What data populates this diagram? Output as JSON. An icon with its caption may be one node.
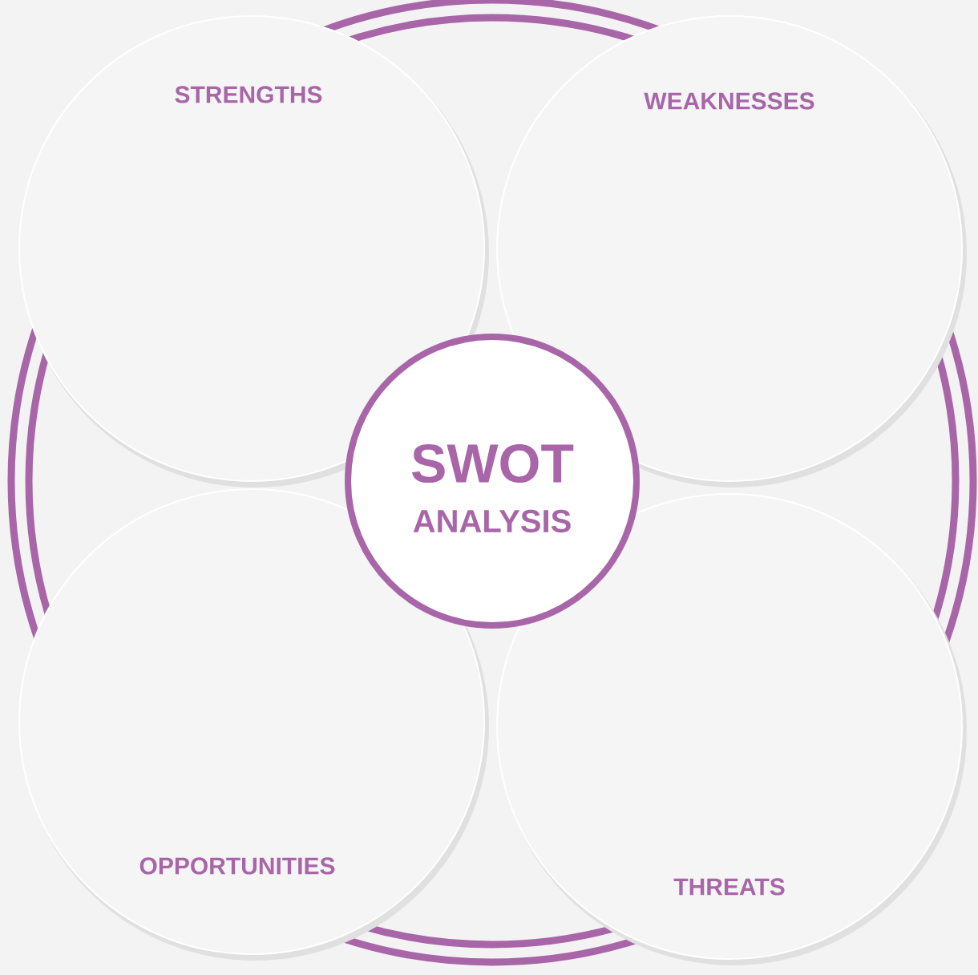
{
  "diagram": {
    "nodes": [
      {
        "text": [
          "STRENGTHS"
        ]
      },
      {
        "text": [
          "WEAKNESSES"
        ]
      },
      {
        "text": [
          "SWOT",
          "ANALYSIS"
        ]
      },
      {
        "text": [
          "OPPORTUNITIES"
        ]
      },
      {
        "text": [
          "THREATS"
        ]
      }
    ]
  }
}
